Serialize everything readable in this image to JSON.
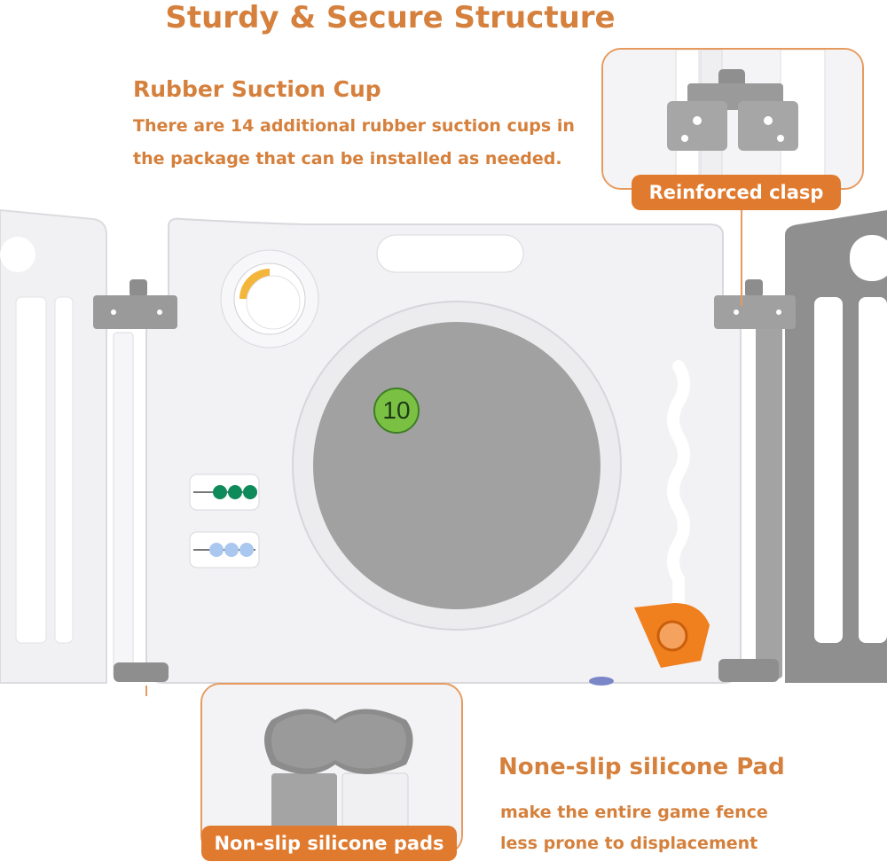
{
  "title": "Sturdy & Secure Structure",
  "suction": {
    "heading": "Rubber Suction Cup",
    "line1": "There are 14 additional rubber suction cups in",
    "line2": "the package that can be installed as needed."
  },
  "clasp_callout": {
    "label": "Reinforced clasp"
  },
  "pad_callout": {
    "label": "Non-slip silicone pads"
  },
  "pad": {
    "heading": "None-slip silicone Pad",
    "line1": "make the entire game fence",
    "line2": "less prone to displacement"
  },
  "panel_badge": "10",
  "colors": {
    "accent": "#d5803c",
    "pill": "#e07a2e",
    "panel_white": "#f2f1f4",
    "panel_gray": "#8e8e8e",
    "mirror": "#9f9f9f",
    "rocket": "#f07f1e"
  }
}
